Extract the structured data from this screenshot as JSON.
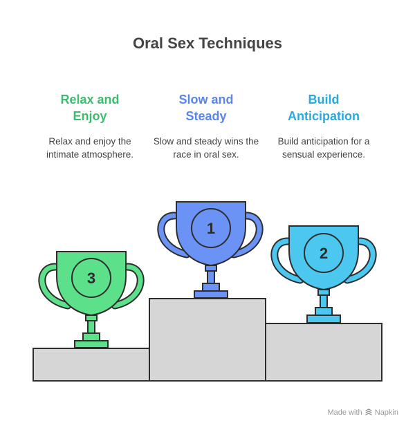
{
  "title": "Oral Sex Techniques",
  "colors": {
    "green": "#5ce08a",
    "green_text": "#3dbb6e",
    "blue": "#6b93f5",
    "blue_text": "#5a85ec",
    "cyan": "#4cc7f0",
    "cyan_text": "#2aa9dc",
    "podium": "#d6d6d6",
    "outline": "#2d2d2d"
  },
  "columns": [
    {
      "heading_line1": "Relax and",
      "heading_line2": "Enjoy",
      "description": "Relax and enjoy the intimate atmosphere.",
      "rank": "3",
      "color": "green"
    },
    {
      "heading_line1": "Slow and",
      "heading_line2": "Steady",
      "description": "Slow and steady wins the race in oral sex.",
      "rank": "1",
      "color": "blue"
    },
    {
      "heading_line1": "Build",
      "heading_line2": "Anticipation",
      "description": "Build anticipation for a sensual experience.",
      "rank": "2",
      "color": "cyan"
    }
  ],
  "footer": {
    "made_with": "Made with",
    "brand": "Napkin",
    "icon": "napkin-logo-icon"
  }
}
